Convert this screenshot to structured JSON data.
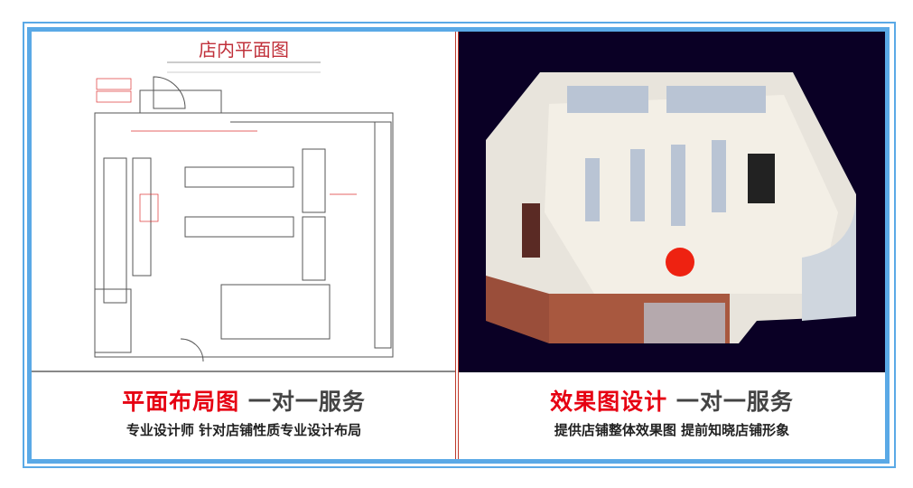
{
  "left": {
    "image_title": "店内平面图",
    "title_red": "平面布局图",
    "title_gray": "一对一服务",
    "subtitle": "专业设计师 针对店铺性质专业设计布局"
  },
  "right": {
    "title_red": "效果图设计",
    "title_gray": "一对一服务",
    "subtitle": "提供店铺整体效果图 提前知晓店铺形象"
  },
  "colors": {
    "border": "#5aa9e6",
    "red": "#e60012",
    "night": "#0a0025"
  }
}
